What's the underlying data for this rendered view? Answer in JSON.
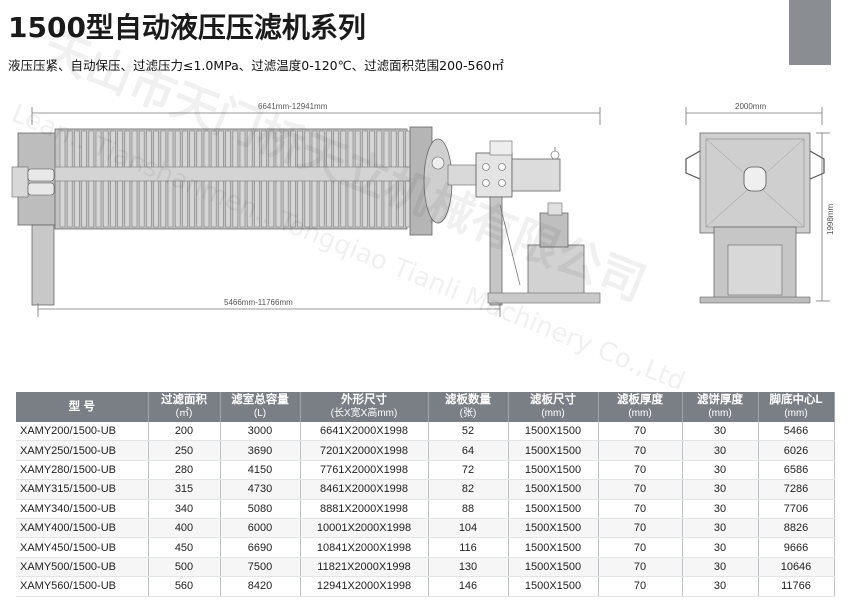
{
  "header": {
    "title": "1500型自动液压压滤机系列",
    "subtitle": "液压压紧、自动保压、过滤压力≤1.0MPa、过滤温度0-120℃、过滤面积范围200-560㎡"
  },
  "dimensions": {
    "overall_length": "6641mm-12941mm",
    "base_length": "5466mm-11766mm",
    "width": "2000mm",
    "height": "1998mm"
  },
  "watermark": {
    "text_cn": "天山市天门桥天立机械有限公司",
    "text_en": "Lean.. Tianshanmen.. Tongqiao Tianli Machinery Co.,Ltd"
  },
  "table": {
    "headers": [
      {
        "label": "型 号",
        "unit": ""
      },
      {
        "label": "过滤面积",
        "unit": "(㎡)"
      },
      {
        "label": "滤室总容量",
        "unit": "(L)"
      },
      {
        "label": "外形尺寸",
        "unit": "(长X宽X高mm)"
      },
      {
        "label": "滤板数量",
        "unit": "(张)"
      },
      {
        "label": "滤板尺寸",
        "unit": "(mm)"
      },
      {
        "label": "滤板厚度",
        "unit": "(mm)"
      },
      {
        "label": "滤饼厚度",
        "unit": "(mm)"
      },
      {
        "label": "脚底中心L",
        "unit": "(mm)"
      }
    ],
    "rows": [
      [
        "XAMY200/1500-UB",
        "200",
        "3000",
        "6641X2000X1998",
        "52",
        "1500X1500",
        "70",
        "30",
        "5466"
      ],
      [
        "XAMY250/1500-UB",
        "250",
        "3690",
        "7201X2000X1998",
        "64",
        "1500X1500",
        "70",
        "30",
        "6026"
      ],
      [
        "XAMY280/1500-UB",
        "280",
        "4150",
        "7761X2000X1998",
        "72",
        "1500X1500",
        "70",
        "30",
        "6586"
      ],
      [
        "XAMY315/1500-UB",
        "315",
        "4730",
        "8461X2000X1998",
        "82",
        "1500X1500",
        "70",
        "30",
        "7286"
      ],
      [
        "XAMY340/1500-UB",
        "340",
        "5080",
        "8881X2000X1998",
        "88",
        "1500X1500",
        "70",
        "30",
        "7706"
      ],
      [
        "XAMY400/1500-UB",
        "400",
        "6000",
        "10001X2000X1998",
        "104",
        "1500X1500",
        "70",
        "30",
        "8826"
      ],
      [
        "XAMY450/1500-UB",
        "450",
        "6690",
        "10841X2000X1998",
        "116",
        "1500X1500",
        "70",
        "30",
        "9666"
      ],
      [
        "XAMY500/1500-UB",
        "500",
        "7500",
        "11821X2000X1998",
        "130",
        "1500X1500",
        "70",
        "30",
        "10646"
      ],
      [
        "XAMY560/1500-UB",
        "560",
        "8420",
        "12941X2000X1998",
        "146",
        "1500X1500",
        "70",
        "30",
        "11766"
      ]
    ]
  }
}
